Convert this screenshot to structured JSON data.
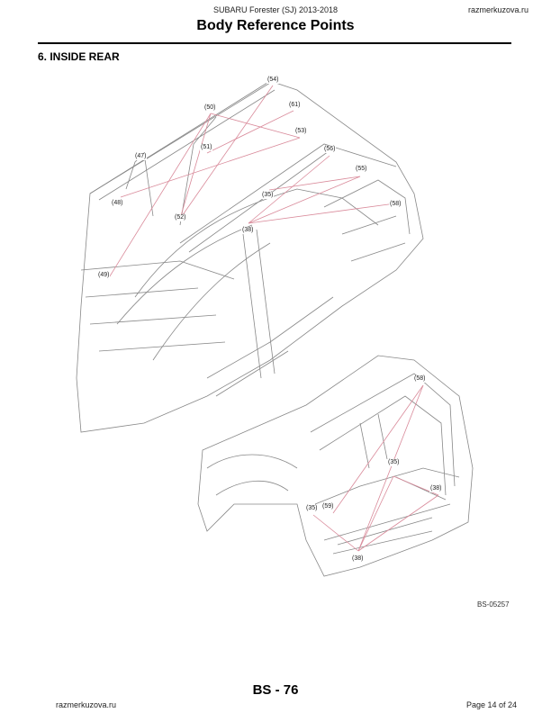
{
  "header": {
    "model": "SUBARU Forester (SJ) 2013-2018",
    "site": "razmerkuzova.ru",
    "title": "Body Reference Points"
  },
  "section": "6.  INSIDE REAR",
  "figure_top": {
    "labels": [
      "(54)",
      "(50)",
      "(61)",
      "(53)",
      "(47)",
      "(51)",
      "(56)",
      "(55)",
      "(35)",
      "(48)",
      "(58)",
      "(52)",
      "(38)",
      "(49)"
    ]
  },
  "figure_bottom": {
    "labels": [
      "(58)",
      "(35)",
      "(38)",
      "(35)",
      "(59)",
      "(38)"
    ]
  },
  "figure_code": "BS-05257",
  "footer": {
    "page_code": "BS - 76",
    "site": "razmerkuzova.ru",
    "page_of": "Page 14 of 24"
  },
  "colors": {
    "measure_line": "#d98a9a",
    "drawing_line": "#888888"
  }
}
